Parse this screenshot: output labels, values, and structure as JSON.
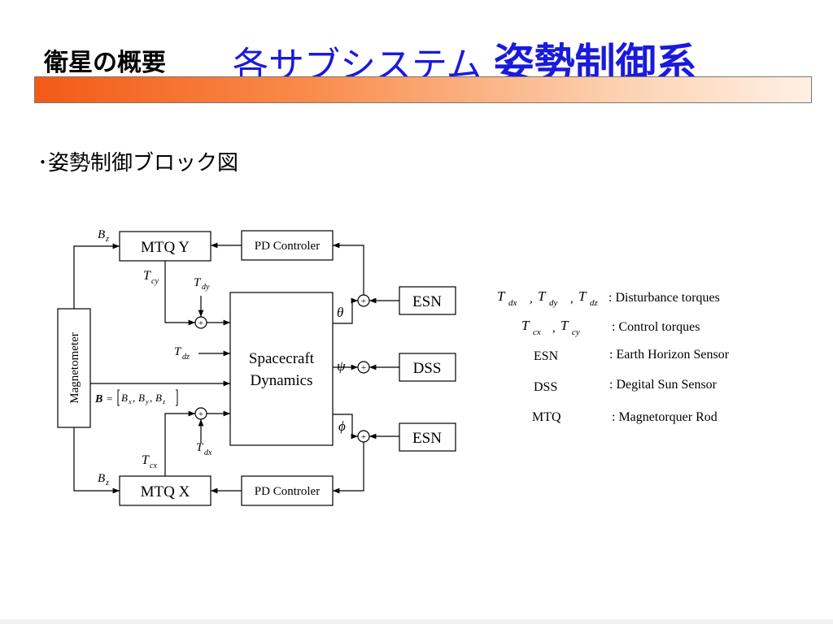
{
  "header": {
    "section_title": "衛星の概要",
    "main_title": "各サブシステム",
    "main_title_bold": "姿勢制御系"
  },
  "subheading": "･姿勢制御ブロック図",
  "diagram": {
    "blocks": {
      "mtq_y": "MTQ Y",
      "mtq_x": "MTQ X",
      "pd_top": "PD Controler",
      "pd_bottom": "PD Controler",
      "esn_top": "ESN",
      "dss": "DSS",
      "esn_bottom": "ESN",
      "magnetometer": "Magnetometer",
      "dynamics_line1": "Spacecraft",
      "dynamics_line2": "Dynamics"
    },
    "signals": {
      "bz_top": "B",
      "bz_top_sub": "z",
      "bz_bottom": "B",
      "bz_bottom_sub": "z",
      "tcy": "T",
      "tcy_sub": "cy",
      "tdy": "T",
      "tdy_sub": "dy",
      "tdz": "T",
      "tdz_sub": "dz",
      "tdx": "T",
      "tdx_sub": "dx",
      "tcx": "T",
      "tcx_sub": "cx",
      "theta": "θ",
      "psi": "ψ",
      "phi": "ϕ",
      "b_vec": "B",
      "b_eq": "=",
      "bx": "B",
      "bx_sub": "x",
      "by": "B",
      "by_sub": "y",
      "bzv": "B",
      "bzv_sub": "z",
      "comma": ",",
      "plus": "+"
    }
  },
  "legend": {
    "disturbance_symbols": [
      "T",
      "dx",
      ",",
      "T",
      "dy",
      ",",
      "T",
      "dz"
    ],
    "disturbance_desc": ": Disturbance torques",
    "control_symbols": [
      "T",
      "cx",
      ",",
      "T",
      "cy"
    ],
    "control_desc": ": Control torques",
    "esn_term": "ESN",
    "esn_desc": ": Earth Horizon Sensor",
    "dss_term": "DSS",
    "dss_desc": ": Degital Sun Sensor",
    "mtq_term": "MTQ",
    "mtq_desc": ": Magnetorquer Rod"
  }
}
